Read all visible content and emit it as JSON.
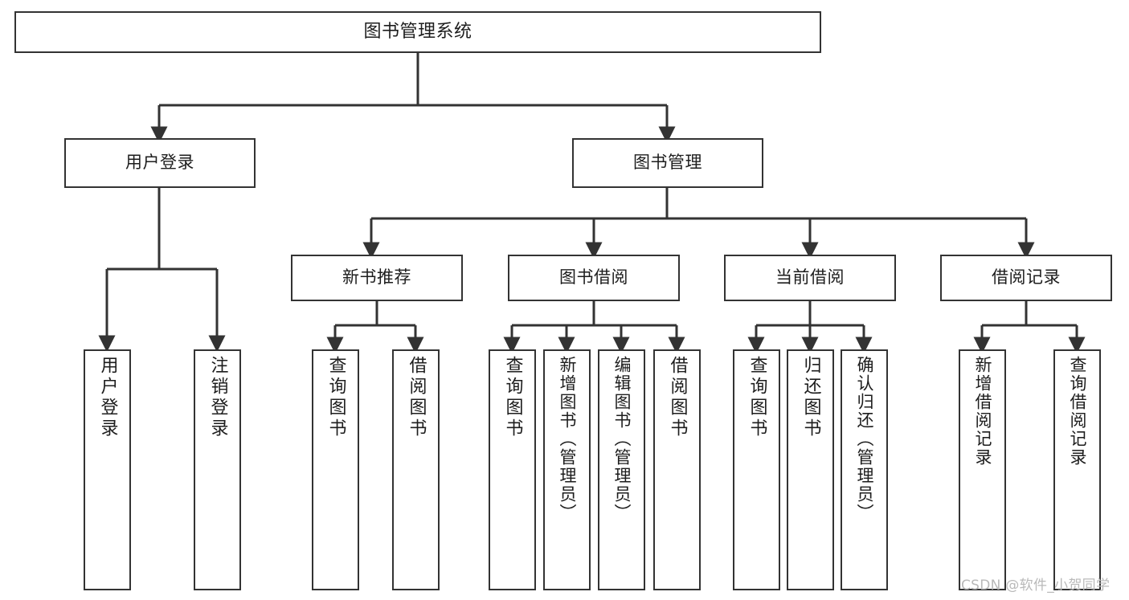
{
  "diagram": {
    "type": "tree-hierarchy-chart",
    "title": "图书管理系统",
    "orientation": "top-down",
    "colors": {
      "box_border": "#333333",
      "box_fill": "#ffffff",
      "edge": "#333333",
      "text": "#1d1d1d",
      "watermark": "#b9b9b9",
      "background": "#ffffff"
    },
    "nodes": {
      "root": {
        "label": "图书管理系统",
        "level": 0
      },
      "l1": [
        {
          "id": "user_login",
          "label": "用户登录",
          "level": 1
        },
        {
          "id": "book_mgmt",
          "label": "图书管理",
          "level": 1
        }
      ],
      "l2": [
        {
          "id": "new_book_rec",
          "label": "新书推荐",
          "level": 2,
          "parent": "book_mgmt"
        },
        {
          "id": "book_borrow",
          "label": "图书借阅",
          "level": 2,
          "parent": "book_mgmt"
        },
        {
          "id": "current_borrow",
          "label": "当前借阅",
          "level": 2,
          "parent": "book_mgmt"
        },
        {
          "id": "borrow_record",
          "label": "借阅记录",
          "level": 2,
          "parent": "book_mgmt"
        }
      ],
      "leaves": [
        {
          "id": "leaf_user_login",
          "label": "用户登录",
          "parent": "user_login"
        },
        {
          "id": "leaf_user_logout",
          "label": "注销登录",
          "parent": "user_login"
        },
        {
          "id": "leaf_nbr_query",
          "label": "查询图书",
          "parent": "new_book_rec"
        },
        {
          "id": "leaf_nbr_borrow",
          "label": "借阅图书",
          "parent": "new_book_rec"
        },
        {
          "id": "leaf_bb_query",
          "label": "查询图书",
          "parent": "book_borrow"
        },
        {
          "id": "leaf_bb_add",
          "label": "新增图书（管理员）",
          "parent": "book_borrow"
        },
        {
          "id": "leaf_bb_edit",
          "label": "编辑图书（管理员）",
          "parent": "book_borrow"
        },
        {
          "id": "leaf_bb_borrow",
          "label": "借阅图书",
          "parent": "book_borrow"
        },
        {
          "id": "leaf_cb_query",
          "label": "查询图书",
          "parent": "current_borrow"
        },
        {
          "id": "leaf_cb_return",
          "label": "归还图书",
          "parent": "current_borrow"
        },
        {
          "id": "leaf_cb_confirm",
          "label": "确认归还（管理员）",
          "parent": "current_borrow"
        },
        {
          "id": "leaf_br_add",
          "label": "新增借阅记录",
          "parent": "borrow_record"
        },
        {
          "id": "leaf_br_query",
          "label": "查询借阅记录",
          "parent": "borrow_record"
        }
      ]
    },
    "watermark": "CSDN @软件_小贺同学"
  }
}
